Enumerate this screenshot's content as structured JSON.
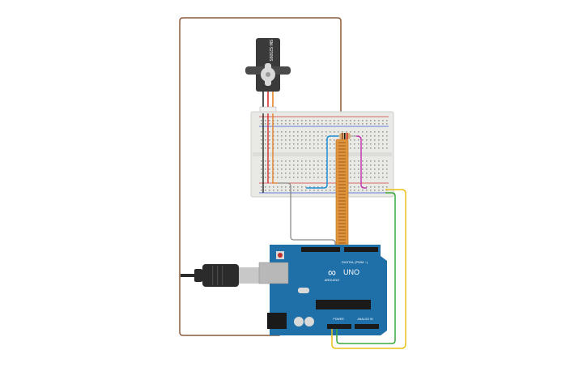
{
  "canvas": {
    "background": "#ffffff"
  },
  "servo": {
    "label": "SM-S2309S",
    "body_color": "#3a3a3a",
    "horn_color": "#d9d9d9"
  },
  "breadboard": {
    "color": "#e9e9e6",
    "rail_red": "#d63b3b",
    "rail_blue": "#3b5bd6"
  },
  "resistor": {
    "body_color": "#d9b07a"
  },
  "flex_sensor": {
    "color": "#e0953c"
  },
  "arduino": {
    "board_color": "#1f6fa8",
    "logo_text": "∞",
    "model": "UNO",
    "brand": "ARDUINO",
    "header_labels": {
      "digital": "DIGITAL (PWM ~)",
      "power": "POWER",
      "analog": "ANALOG IN"
    }
  },
  "usb_cable": {
    "color": "#2b2b2b"
  },
  "wires": [
    {
      "name": "brown-loop-wire",
      "color": "#8b5a3c"
    },
    {
      "name": "gray-signal-wire",
      "color": "#8a8a8a"
    },
    {
      "name": "blue-wire",
      "color": "#1e90d6"
    },
    {
      "name": "magenta-wire",
      "color": "#c23bb0"
    },
    {
      "name": "green-wire",
      "color": "#3aa83a"
    },
    {
      "name": "yellow-wire",
      "color": "#e8c21a"
    },
    {
      "name": "red-wire",
      "color": "#d62020"
    },
    {
      "name": "orange-wire",
      "color": "#e27a1c"
    },
    {
      "name": "black-wire",
      "color": "#1a1a1a"
    }
  ]
}
